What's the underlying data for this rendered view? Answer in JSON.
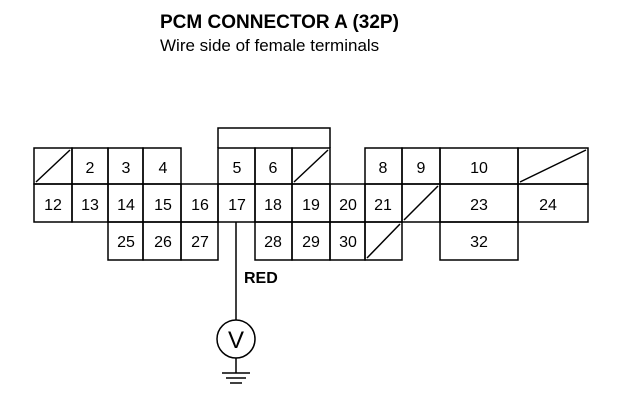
{
  "header": {
    "title": "PCM CONNECTOR A (32P)",
    "subtitle": "Wire side of female terminals"
  },
  "wire": {
    "label": "RED",
    "terminal": "17"
  },
  "meter": {
    "symbol": "V"
  },
  "connector": {
    "row1": [
      "",
      "2",
      "3",
      "4",
      "",
      "5",
      "6",
      "",
      "",
      "8",
      "9",
      "10",
      ""
    ],
    "row2": [
      "12",
      "13",
      "14",
      "15",
      "16",
      "17",
      "18",
      "19",
      "20",
      "21",
      "",
      "23",
      "24"
    ],
    "row3": [
      "",
      "",
      "25",
      "26",
      "27",
      "",
      "28",
      "29",
      "30",
      "",
      "",
      "32",
      ""
    ]
  }
}
